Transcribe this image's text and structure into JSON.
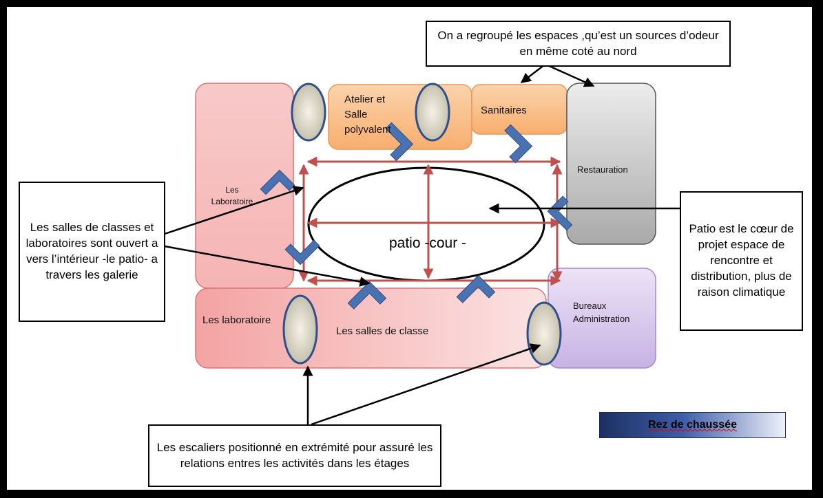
{
  "zones": {
    "labo_left": "Les Laboratoire",
    "atelier": "Atelier et Salle polyvalent",
    "sanitaires": "Sanitaires",
    "restauration": "Restauration",
    "labo_bottom": "Les laboratoire",
    "classes": "Les salles de classe",
    "bureaux": "Bureaux Administration",
    "patio": "patio -cour -"
  },
  "callouts": {
    "top": "On a  regroupé les espaces ,qu’est un sources d’odeur en même coté au nord",
    "left": "Les salles de classes et laboratoires sont ouvert a vers l’intérieur -le patio-  a travers les galerie",
    "right": "Patio est le cœur de projet espace de rencontre et distribution, plus de raison climatique",
    "bottom": "Les escaliers positionné en extrémité pour assuré les relations entres les activités dans les étages"
  },
  "legend": {
    "level": "Rez de chaussée"
  },
  "colors": {
    "frame": "#000000",
    "gallery_arrow": "#c0504d",
    "stair_fill": "#d8d3c2",
    "stair_border": "#2f4f8a",
    "window_marker": "#4a72b0"
  }
}
